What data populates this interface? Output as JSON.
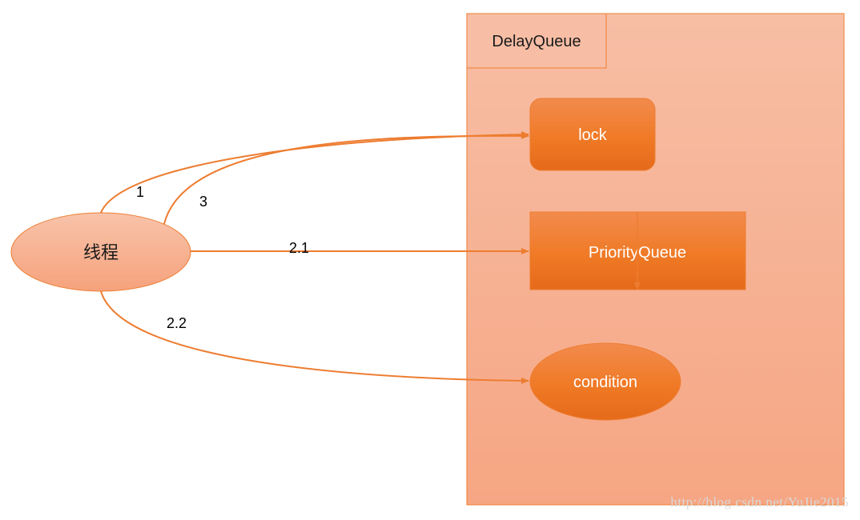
{
  "container": {
    "label": "DelayQueue"
  },
  "thread": {
    "label": "线程"
  },
  "components": {
    "lock": "lock",
    "priority_queue": "PriorityQueue",
    "condition": "condition"
  },
  "steps": {
    "step_1": "1",
    "step_3": "3",
    "step_2_1": "2.1",
    "step_2_2": "2.2"
  },
  "watermark": "http://blog.csdn.net/YuJie2015",
  "colors": {
    "arrow": "#ed7d31",
    "container_fill": "#f7b89b",
    "node_fill": "#f07f2f"
  }
}
